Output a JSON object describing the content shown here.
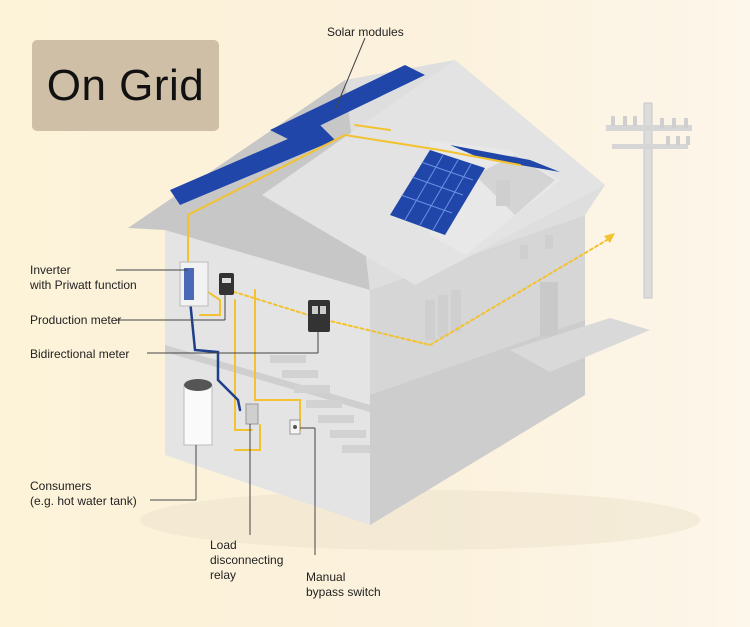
{
  "title": "On Grid",
  "labels": {
    "solar_modules": "Solar modules",
    "inverter": "Inverter\nwith Priwatt function",
    "production_meter": "Production meter",
    "bidirectional_meter": "Bidirectional meter",
    "consumers": "Consumers\n(e.g. hot water tank)",
    "load_relay": "Load\ndisconnecting\nrelay",
    "bypass_switch": "Manual\nbypass switch"
  },
  "colors": {
    "wire_yellow": "#f2c230",
    "wire_blue": "#1f3f8a",
    "panel_blue": "#1f46a8",
    "title_box": "#cfbfa6"
  }
}
